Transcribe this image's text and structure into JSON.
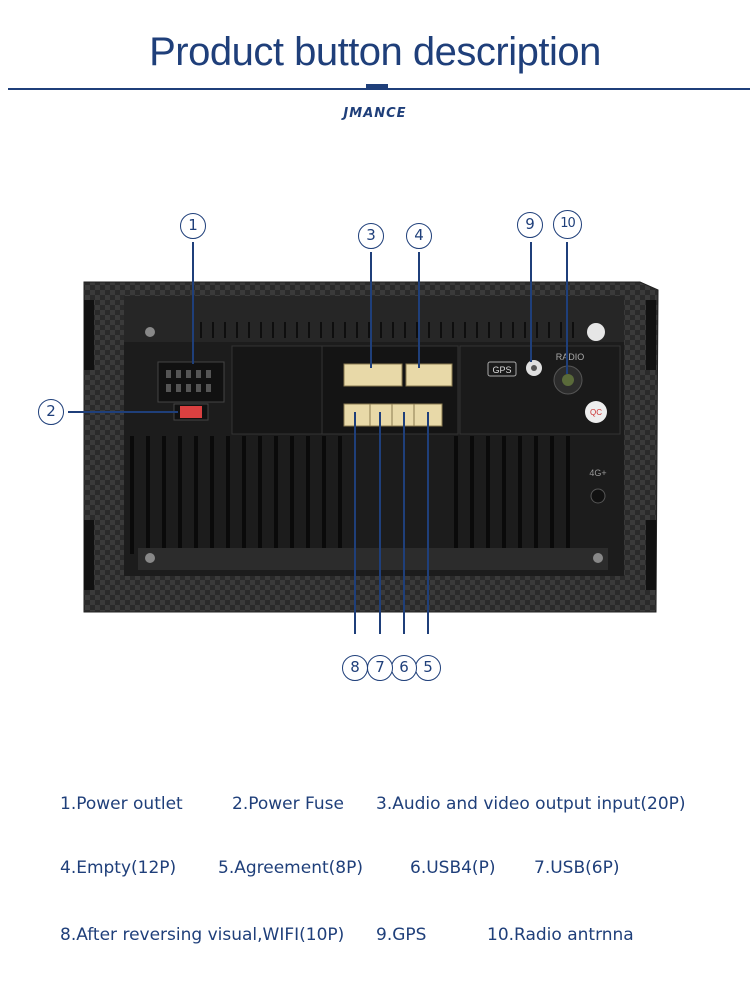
{
  "header": {
    "title": "Product button description",
    "brand": "JMANCE"
  },
  "device": {
    "gps_label": "GPS",
    "radio_label": "RADIO",
    "qc_label": "QC",
    "serial_mark": "4G+"
  },
  "callouts": [
    "1",
    "2",
    "3",
    "4",
    "5",
    "6",
    "7",
    "8",
    "9",
    "10"
  ],
  "descriptions": [
    "1.Power outlet",
    "2.Power Fuse",
    "3.Audio and video output input(20P)",
    "4.Empty(12P)",
    "5.Agreement(8P)",
    "6.USB4(P)",
    "7.USB(6P)",
    "8.After reversing visual,WIFI(10P)",
    "9.GPS",
    "10.Radio antrnna"
  ],
  "colors": {
    "accent": "#1f3f7a",
    "connector": "#e8d9a8",
    "fuse": "#d94040",
    "chassis": "#2b2b2b"
  }
}
